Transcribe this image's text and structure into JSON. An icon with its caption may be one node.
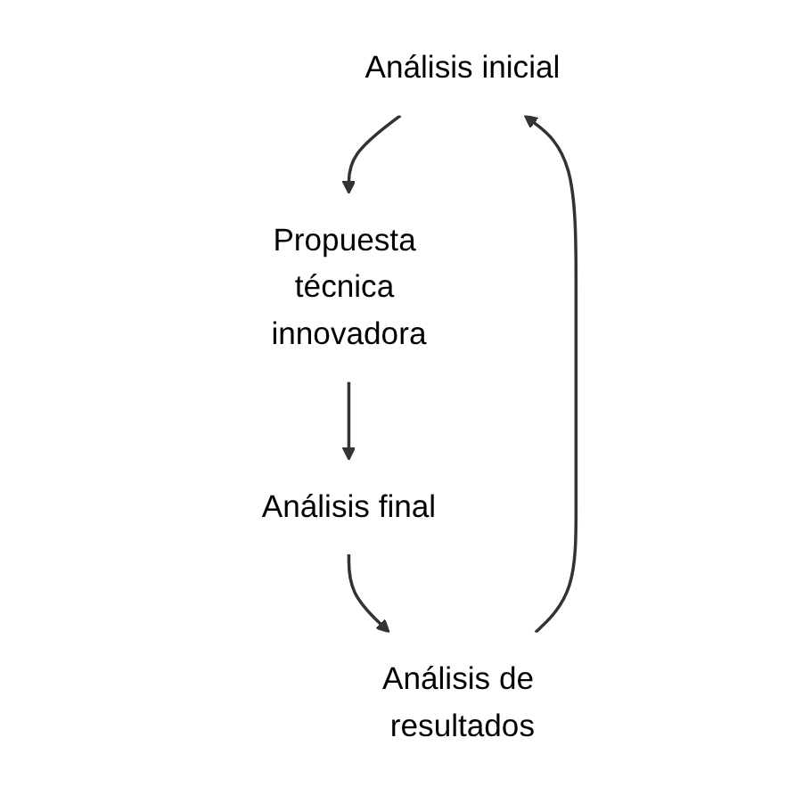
{
  "diagram": {
    "nodes": [
      {
        "text": [
          "Análisis inicial"
        ]
      },
      {
        "text": [
          "Propuesta técnica innovadora"
        ]
      },
      {
        "text": [
          "Análisis final"
        ]
      },
      {
        "text": [
          "Análisis de resultados"
        ]
      }
    ],
    "edges": [
      {
        "from": 0,
        "to": 1,
        "arrow": "to"
      },
      {
        "from": 1,
        "to": 2,
        "arrow": "to"
      },
      {
        "from": 2,
        "to": 3,
        "arrow": "to"
      },
      {
        "from": 3,
        "to": 0,
        "arrow": "to"
      }
    ]
  }
}
